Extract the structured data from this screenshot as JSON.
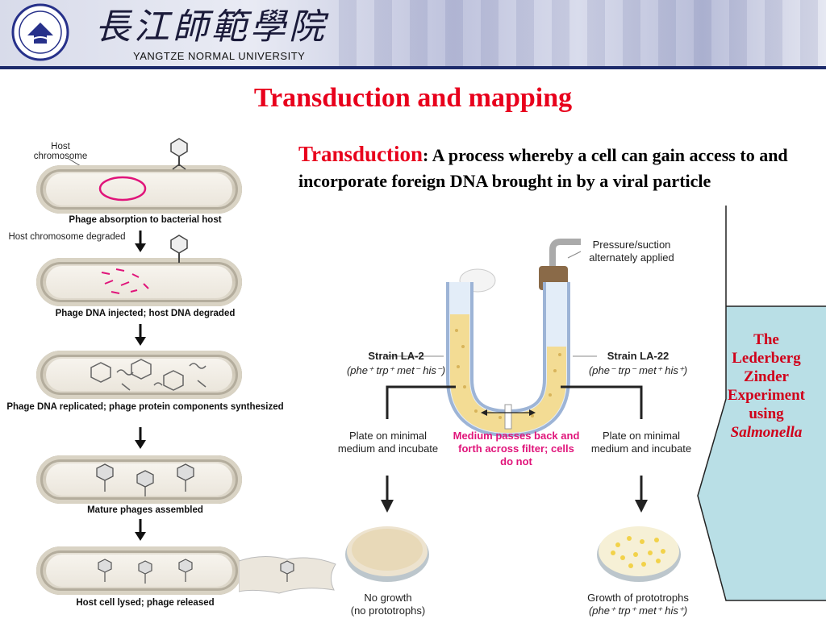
{
  "header": {
    "cn_name": "長江師範學院",
    "en_name": "YANGTZE NORMAL UNIVERSITY",
    "colors": {
      "navy": "#1d2b6b",
      "band": "#c9cde3"
    }
  },
  "slide": {
    "title": "Transduction and mapping",
    "definition_term": "Transduction",
    "definition_body": ": A process whereby a cell can gain access to and incorporate foreign DNA brought in by a viral particle",
    "colors": {
      "title": "#e8001c",
      "callout_bg": "#b9dfe6"
    }
  },
  "left_figure": {
    "label_host_chromosome": "Host chromosome",
    "label_host_degraded": "Host chromosome degraded",
    "steps": [
      "Phage absorption to bacterial host",
      "Phage DNA injected; host DNA degraded",
      "Phage DNA replicated; phage protein components synthesized",
      "Mature phages assembled",
      "Host cell lysed; phage released"
    ]
  },
  "right_figure": {
    "pressure": "Pressure/suction alternately applied",
    "strain_left": "Strain LA-2",
    "genotype_left": "(phe⁺ trp⁺ met⁻ his⁻)",
    "strain_right": "Strain LA-22",
    "genotype_right": "(phe⁻ trp⁻ met⁺ his⁺)",
    "plate_left": "Plate on minimal medium and incubate",
    "plate_right": "Plate on minimal medium and incubate",
    "medium": "Medium passes back and forth across filter; cells do not",
    "no_growth": "No growth",
    "no_growth_sub": "(no prototrophs)",
    "growth": "Growth of prototrophs",
    "growth_sub": "(phe⁺ trp⁺ met⁺ his⁺)"
  },
  "callout": {
    "line1": "The",
    "line2": "Lederberg",
    "line3": "Zinder",
    "line4": "Experiment",
    "line5": "using",
    "line6": "Salmonella"
  }
}
